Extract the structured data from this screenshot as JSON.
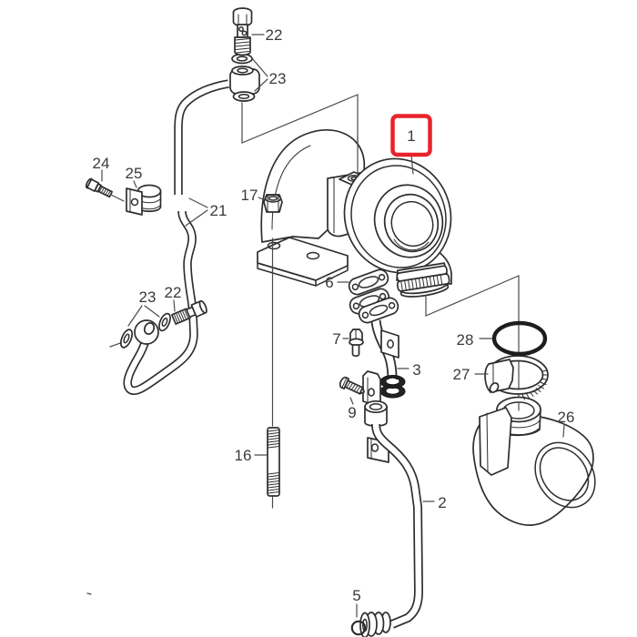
{
  "diagram": {
    "background_color": "#ffffff",
    "line_color": "#2e2e2e",
    "label_color": "#3a3a3a",
    "highlight": {
      "label": "1",
      "box_color": "#e8232a"
    },
    "callouts": {
      "part_1": "1",
      "part_2": "2",
      "part_3": "3",
      "part_5": "5",
      "part_6": "6",
      "part_7": "7",
      "part_9": "9",
      "part_16": "16",
      "part_17": "17",
      "part_21": "21",
      "part_22_upper": "22",
      "part_22_lower": "22",
      "part_23_upper": "23",
      "part_23_lower": "23",
      "part_24": "24",
      "part_25": "25",
      "part_26": "26",
      "part_27": "27",
      "part_28": "28"
    }
  }
}
